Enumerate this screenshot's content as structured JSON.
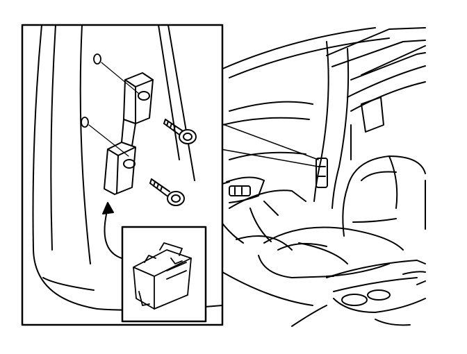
{
  "figure": {
    "kind": "line-art service illustration",
    "stroke_color": "#000000",
    "background_color": "#ffffff"
  },
  "icons": {
    "detail_inset": "magnified-sensor-mounting-view",
    "connector_inset": "electrical-connector-closeup",
    "pointer_arrow": "curved-arrow-icon",
    "fastener": "screw-icon"
  }
}
